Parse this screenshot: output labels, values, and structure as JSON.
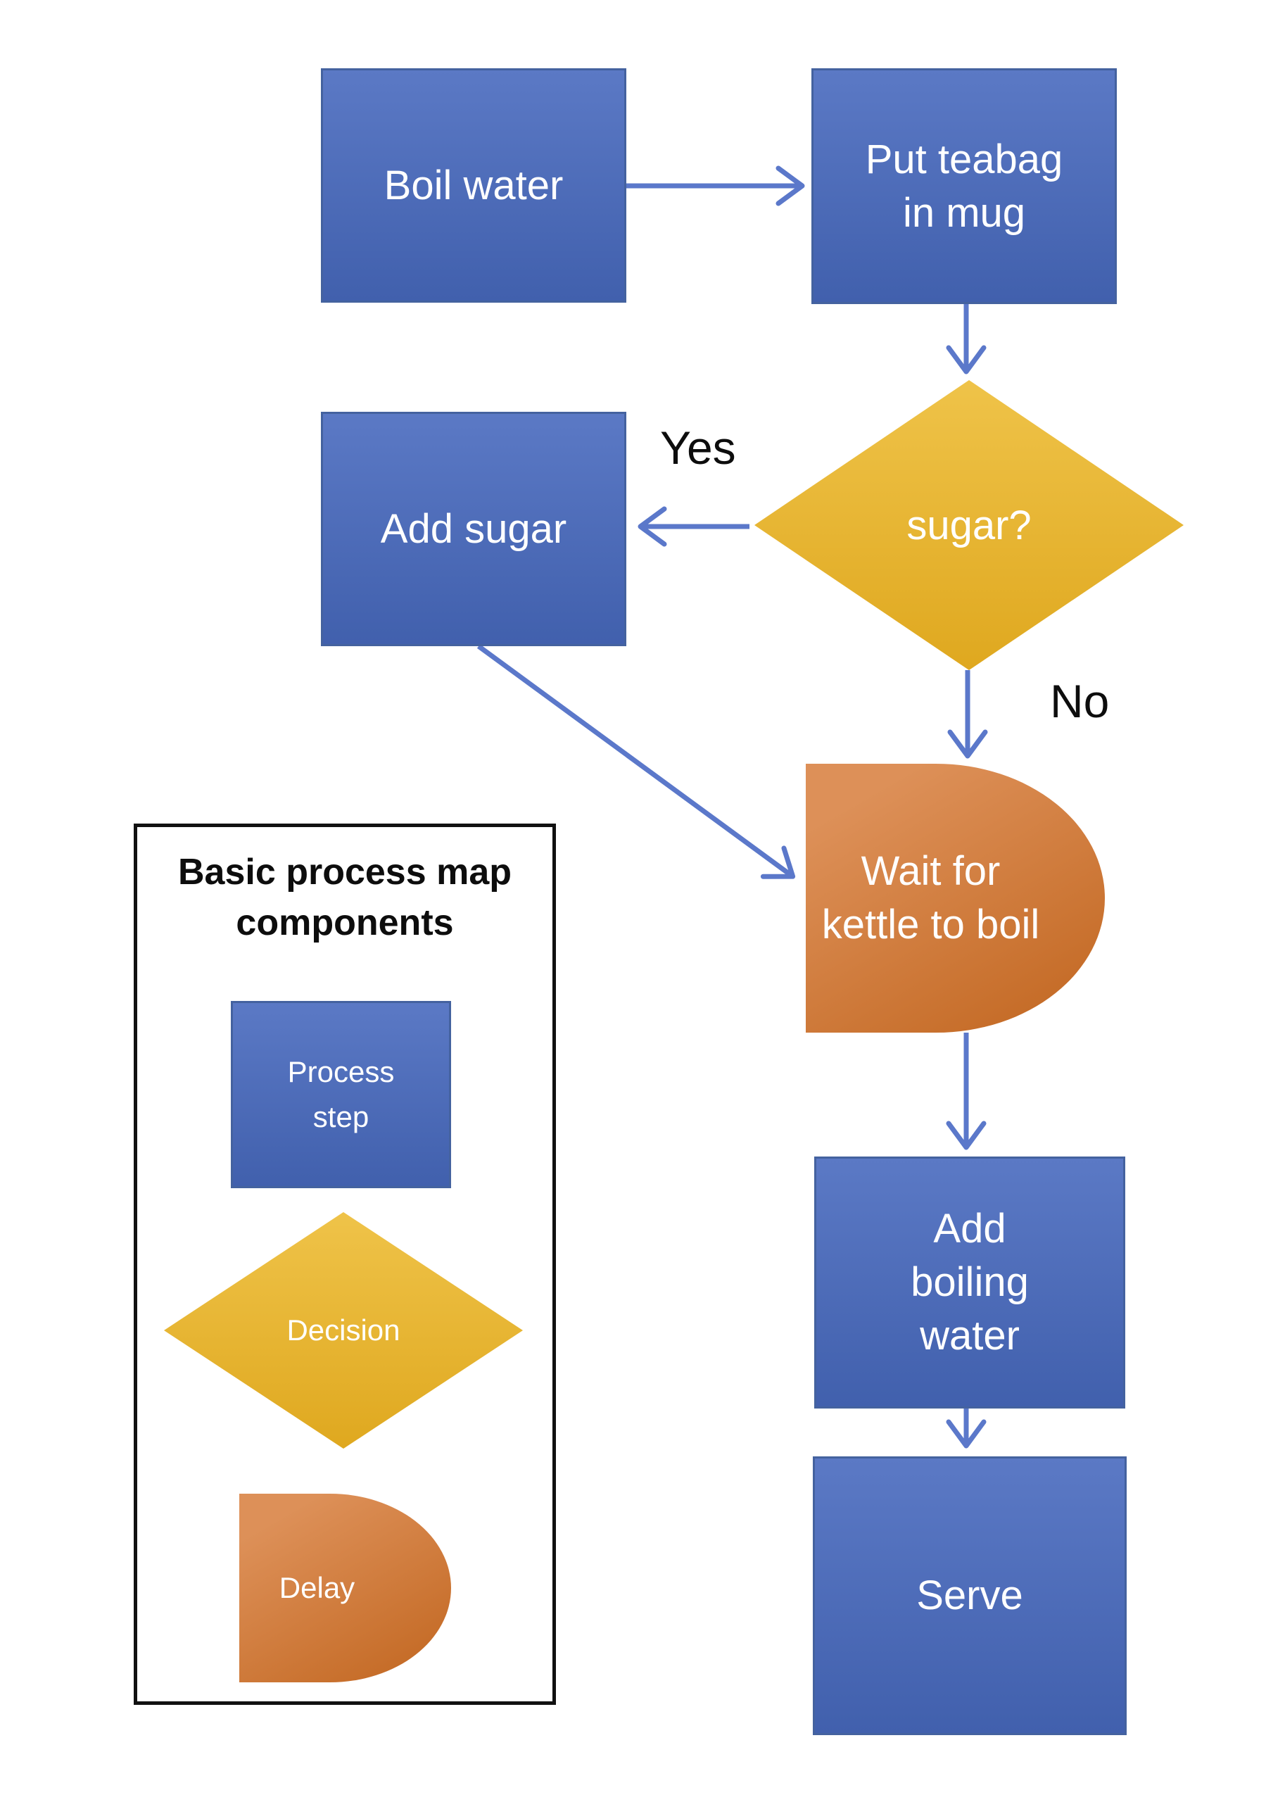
{
  "flow": {
    "nodes": {
      "boil_water": {
        "label": "Boil water",
        "type": "process"
      },
      "put_teabag": {
        "label": "Put teabag in mug",
        "type": "process"
      },
      "sugar_decision": {
        "label": "sugar?",
        "type": "decision"
      },
      "add_sugar": {
        "label": "Add sugar",
        "type": "process"
      },
      "wait_kettle": {
        "label": "Wait for kettle to boil",
        "type": "delay"
      },
      "add_boiling_water": {
        "label": "Add boiling water",
        "type": "process"
      },
      "serve": {
        "label": "Serve",
        "type": "process"
      }
    },
    "edges": [
      {
        "from": "boil_water",
        "to": "put_teabag",
        "label": ""
      },
      {
        "from": "put_teabag",
        "to": "sugar_decision",
        "label": ""
      },
      {
        "from": "sugar_decision",
        "to": "add_sugar",
        "label": "Yes"
      },
      {
        "from": "sugar_decision",
        "to": "wait_kettle",
        "label": "No"
      },
      {
        "from": "add_sugar",
        "to": "wait_kettle",
        "label": ""
      },
      {
        "from": "wait_kettle",
        "to": "add_boiling_water",
        "label": ""
      },
      {
        "from": "add_boiling_water",
        "to": "serve",
        "label": ""
      }
    ]
  },
  "legend": {
    "title": "Basic process map components",
    "items": [
      {
        "shape": "process",
        "label": "Process step"
      },
      {
        "shape": "decision",
        "label": "Decision"
      },
      {
        "shape": "delay",
        "label": "Delay"
      }
    ]
  },
  "colors": {
    "process-top": "#5b79c5",
    "process-bottom": "#4160ad",
    "process-border": "#44629f",
    "decision-top": "#efc349",
    "decision-bottom": "#dfa81f",
    "delay-top": "#dd9058",
    "delay-bottom": "#c66d29",
    "arrow": "#5b78ca",
    "text-light": "#ffffff",
    "text-dark": "#0d0d0d",
    "legend-border": "#111111"
  }
}
